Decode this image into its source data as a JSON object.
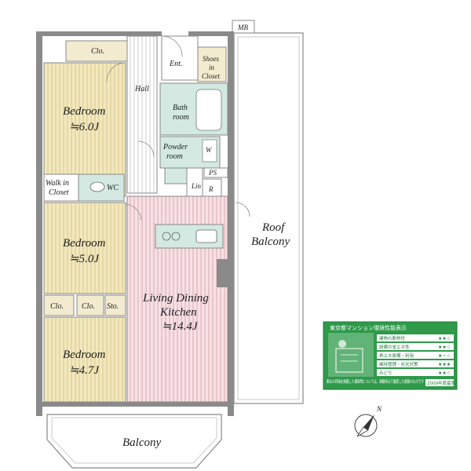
{
  "rooms": {
    "bedroom1": {
      "name": "Bedroom",
      "size": "≒6.0J"
    },
    "bedroom2": {
      "name": "Bedroom",
      "size": "≒5.0J"
    },
    "bedroom3": {
      "name": "Bedroom",
      "size": "≒4.7J"
    },
    "ldk": {
      "name_line1": "Living Dining",
      "name_line2": "Kitchen",
      "size": "≒14.4J"
    },
    "roof_balcony": {
      "line1": "Roof",
      "line2": "Balcony"
    },
    "balcony": "Balcony",
    "hall": "Hall",
    "ent": "Ent.",
    "shoes_closet": {
      "line1": "Shoes",
      "line2": "in",
      "line3": "Closet"
    },
    "bath": {
      "line1": "Bath",
      "line2": "room"
    },
    "powder": {
      "line1": "Powder",
      "line2": "room"
    },
    "walk_in_closet": {
      "line1": "Walk in",
      "line2": "Closet"
    },
    "wc": "WC",
    "mb": "MB",
    "ps": "PS",
    "lin": "Lin",
    "r": "R",
    "w": "W",
    "clo_top": "Clo.",
    "clo_b3a": "Clo.",
    "clo_b3b": "Clo.",
    "sto": "Sto."
  },
  "badge": {
    "title": "東京都マンション環境性能表示",
    "rows": [
      {
        "label": "建物の断熱性",
        "stars": "★★☆"
      },
      {
        "label": "設備の省エネ性",
        "stars": "★★☆"
      },
      {
        "label": "再エネ設備・利用",
        "stars": "★☆☆"
      },
      {
        "label": "維持管理・劣化対策",
        "stars": "★★★"
      },
      {
        "label": "みどり",
        "stars": "★★☆"
      }
    ],
    "note": "都合の評価を掲載した書面等については、掲載時点で確認した建設のものです",
    "year": "2009年度基準"
  },
  "compass": {
    "north": "N"
  },
  "colors": {
    "bedroom": "#f2e8be",
    "bedroom_stripe": "#d8c98a",
    "ldk": "#f6e1e4",
    "ldk_stripe": "#dca9b0",
    "wet": "#d3e9e2",
    "closet": "#f3ebcf",
    "wall": "#8a8a8a",
    "badge_green": "#2e9a4a"
  }
}
